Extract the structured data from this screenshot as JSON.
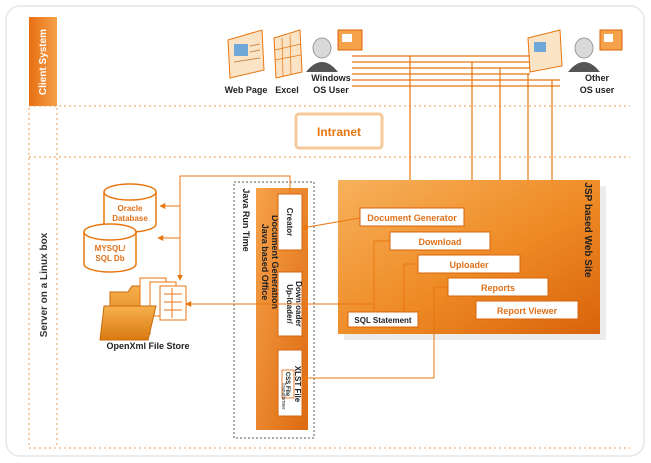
{
  "zones": {
    "client": "Client System",
    "server": "Server on a Linux box"
  },
  "intranet": "Intranet",
  "clients": {
    "web_page": "Web Page",
    "excel": "Excel",
    "windows_user_line1": "Windows",
    "windows_user_line2": "OS User",
    "other_user_line1": "Other",
    "other_user_line2": "OS user"
  },
  "java": {
    "run_time": "Java Run Time",
    "generation_line1": "Java based Office",
    "generation_line2": "Document Generation",
    "creator": "Creator",
    "updown_line1": "Up-loader/",
    "updown_line2": "Downloader",
    "xlst_line1": "XLST File",
    "xlst_line2": "Transformer",
    "css_file": "CSS File"
  },
  "jsp": {
    "title": "JSP based Web Site",
    "document_generator": "Document Generator",
    "download": "Download",
    "uploader": "Uploader",
    "reports": "Reports",
    "report_viewer": "Report Viewer",
    "sql_statement": "SQL Statement"
  },
  "stores": {
    "oracle_line1": "Oracle",
    "oracle_line2": "Database",
    "mysql_line1": "MYSQL/",
    "mysql_line2": "SQL Db",
    "openxml": "OpenXml File Store"
  },
  "colors": {
    "orange": "#e8760f",
    "orange_light": "#f6a24a",
    "zone_border": "#e4e4e4",
    "text_orange": "#e0711a"
  }
}
